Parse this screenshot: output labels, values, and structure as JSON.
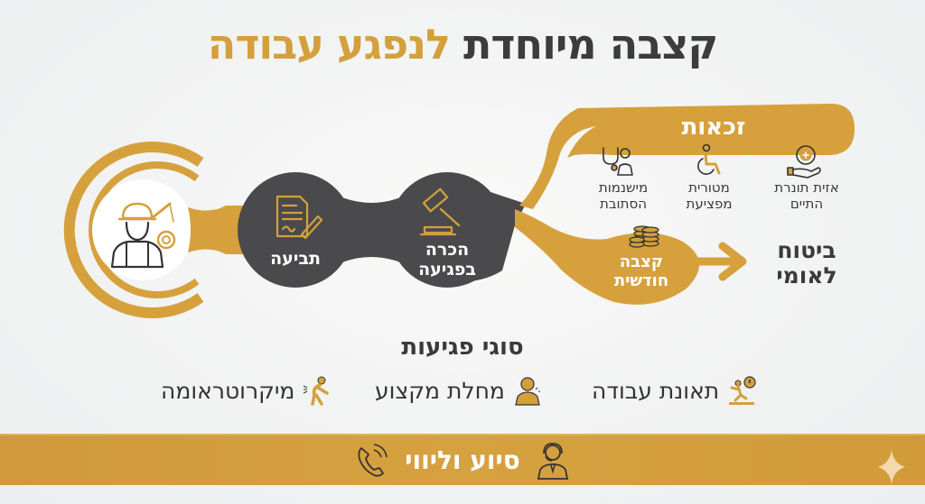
{
  "title": {
    "part_dark": "קצבה מיוחדת",
    "part_gold": "לנפגע עבודה"
  },
  "colors": {
    "gold": "#d4a03c",
    "dark_gray": "#4a4a4c",
    "text_dark": "#3a3a3a",
    "background": "#f1f2f2",
    "white": "#ffffff"
  },
  "flow": {
    "start": {
      "icon": "construction-worker-icon"
    },
    "steps": [
      {
        "label": "תביעה",
        "icon": "document-signature-icon"
      },
      {
        "label_line1": "הכרה",
        "label_line2": "בפגיעה",
        "icon": "gavel-icon"
      }
    ]
  },
  "rights": {
    "title": "זכאות",
    "items": [
      {
        "line1": "אזית תונרת",
        "line2": "התיים",
        "icon": "hand-medical-cross-icon"
      },
      {
        "line1": "מטורית",
        "line2": "מפציעת",
        "icon": "wheelchair-icon"
      },
      {
        "line1": "מישנמות",
        "line2": "הסתובת",
        "icon": "doctor-stethoscope-icon"
      }
    ]
  },
  "monthly": {
    "line1": "קצבה",
    "line2": "חודשית",
    "icon": "coin-stack-icon"
  },
  "national_insurance": {
    "line1": "ביטוח",
    "line2": "לאומי",
    "arrow_icon": "arrow-right-icon"
  },
  "injury_types": {
    "title": "סוגי פגיעות",
    "items": [
      {
        "label": "תאונת עבודה",
        "icon": "slip-fall-warning-icon"
      },
      {
        "label": "מחלת מקצוע",
        "icon": "sick-worker-icon"
      },
      {
        "label": "מיקרוטראומה",
        "icon": "back-pain-icon"
      }
    ]
  },
  "footer": {
    "label": "סיוע וליווי",
    "icons": [
      "support-agent-headset-icon",
      "phone-icon"
    ]
  }
}
